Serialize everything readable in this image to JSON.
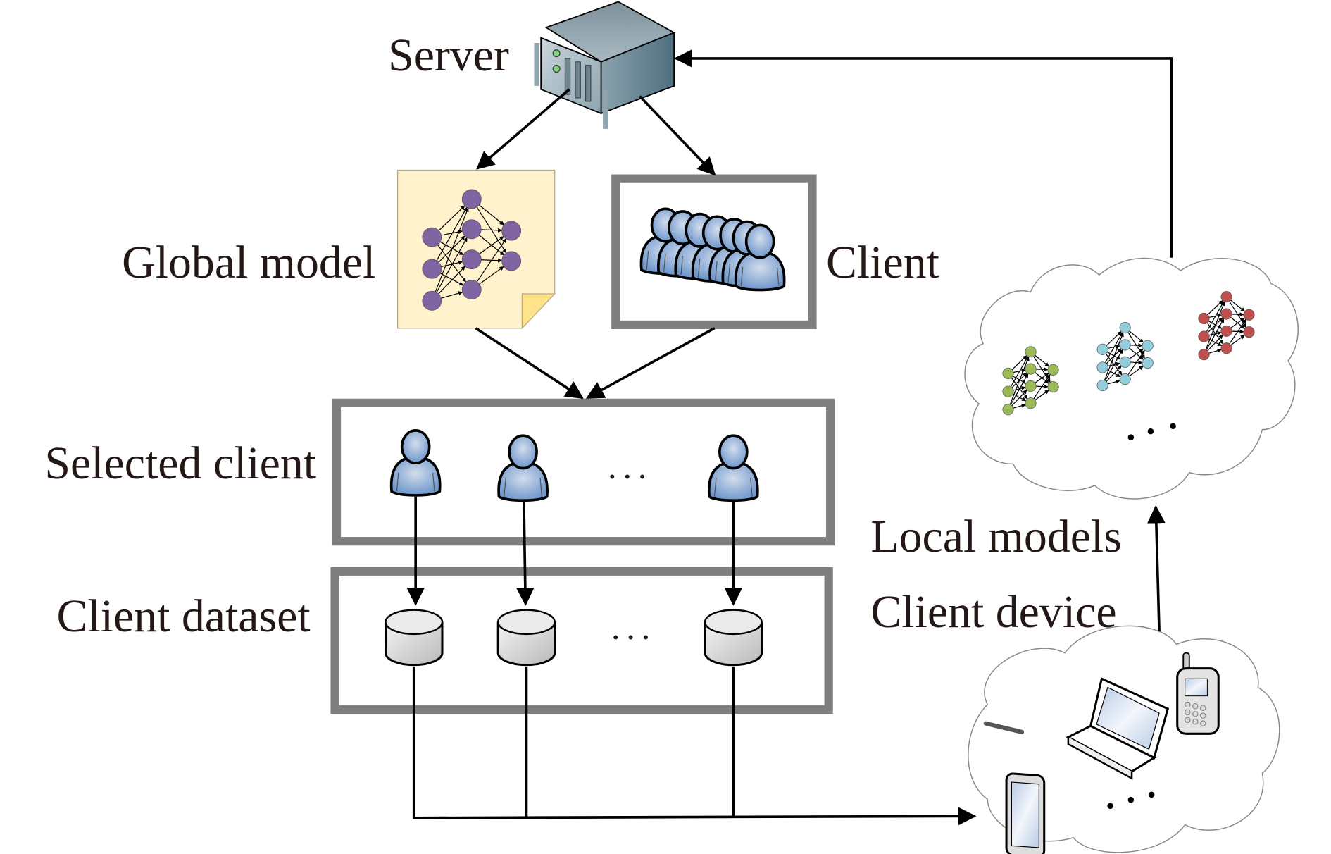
{
  "diagram": {
    "title": "Federated learning workflow",
    "labels": {
      "server": "Server",
      "global_model": "Global model",
      "client": "Client",
      "selected_client": "Selected client",
      "client_dataset": "Client dataset",
      "local_models": "Local models",
      "client_device": "Client device"
    },
    "ellipsis": "· · ·",
    "selected_clients_shown": 3,
    "datasets_shown": 3,
    "local_models": [
      {
        "name": "local-model-1",
        "color": "#9bbb59"
      },
      {
        "name": "local-model-2",
        "color": "#92cddc"
      },
      {
        "name": "local-model-3",
        "color": "#c0504d"
      }
    ],
    "global_model_color": "#8064a2",
    "devices": [
      "tablet",
      "laptop",
      "mobile-phone"
    ],
    "colors": {
      "frame": "#7f7f7f",
      "note_bg": "#fff2cc",
      "user_fill": "#8fb0d9",
      "text": "#231815"
    }
  }
}
